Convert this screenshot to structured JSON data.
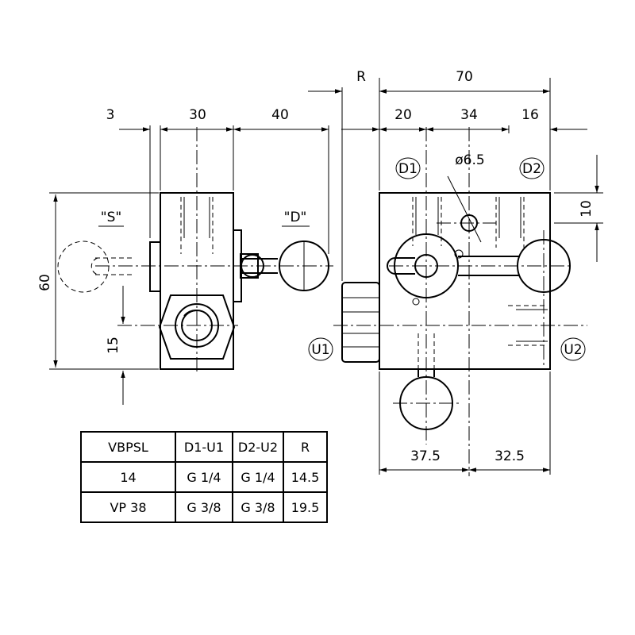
{
  "dimensions": {
    "left_view": {
      "d3": "3",
      "d30": "30",
      "d40": "40",
      "d60": "60",
      "d15": "15"
    },
    "right_view": {
      "r": "R",
      "d70": "70",
      "d20": "20",
      "d34": "34",
      "d16": "16",
      "d10": "10",
      "d37_5": "37.5",
      "d32_5": "32.5"
    }
  },
  "labels": {
    "port_s": "\"S\"",
    "port_d": "\"D\"",
    "port_d1": "D1",
    "port_d2": "D2",
    "port_u1": "U1",
    "port_u2": "U2",
    "hole_dia": "ø6.5"
  },
  "table": {
    "headers": [
      "VBPSL",
      "D1-U1",
      "D2-U2",
      "R"
    ],
    "rows": [
      [
        "14",
        "G 1/4",
        "G 1/4",
        "14.5"
      ],
      [
        "VP 38",
        "G 3/8",
        "G 3/8",
        "19.5"
      ]
    ]
  }
}
